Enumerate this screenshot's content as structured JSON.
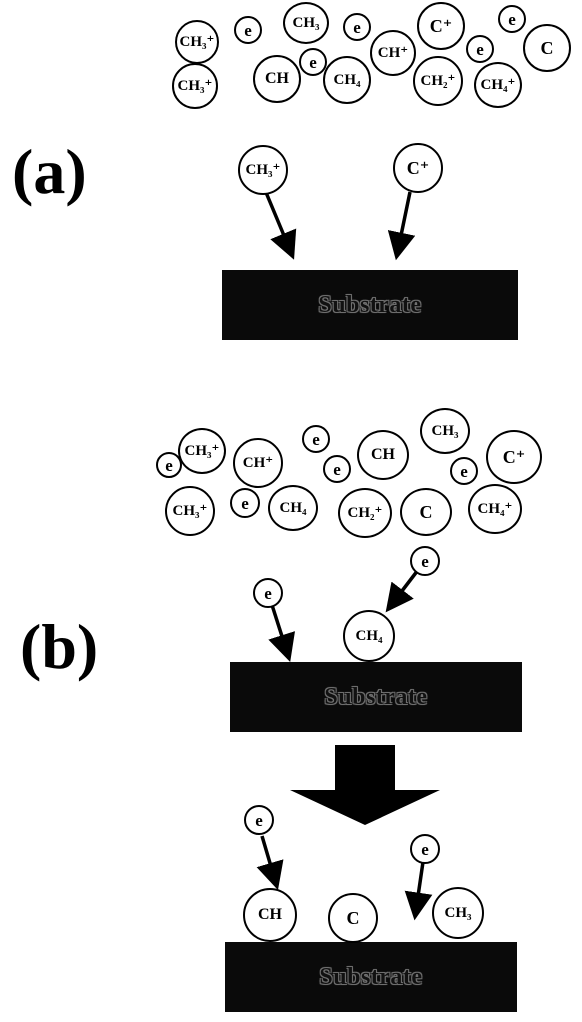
{
  "panels": {
    "a": {
      "label": "(a)",
      "substrate": "Substrate"
    },
    "b": {
      "label": "(b)",
      "substrate_top": "Substrate",
      "substrate_bottom": "Substrate"
    }
  },
  "species": {
    "ch3_ion": "CH₃⁺",
    "ch3": "CH₃",
    "ch_ion": "CH⁺",
    "ch": "CH",
    "ch4": "CH₄",
    "ch4_ion": "CH₄⁺",
    "ch2_ion": "CH₂⁺",
    "c_ion": "C⁺",
    "c": "C",
    "electron": "e"
  }
}
